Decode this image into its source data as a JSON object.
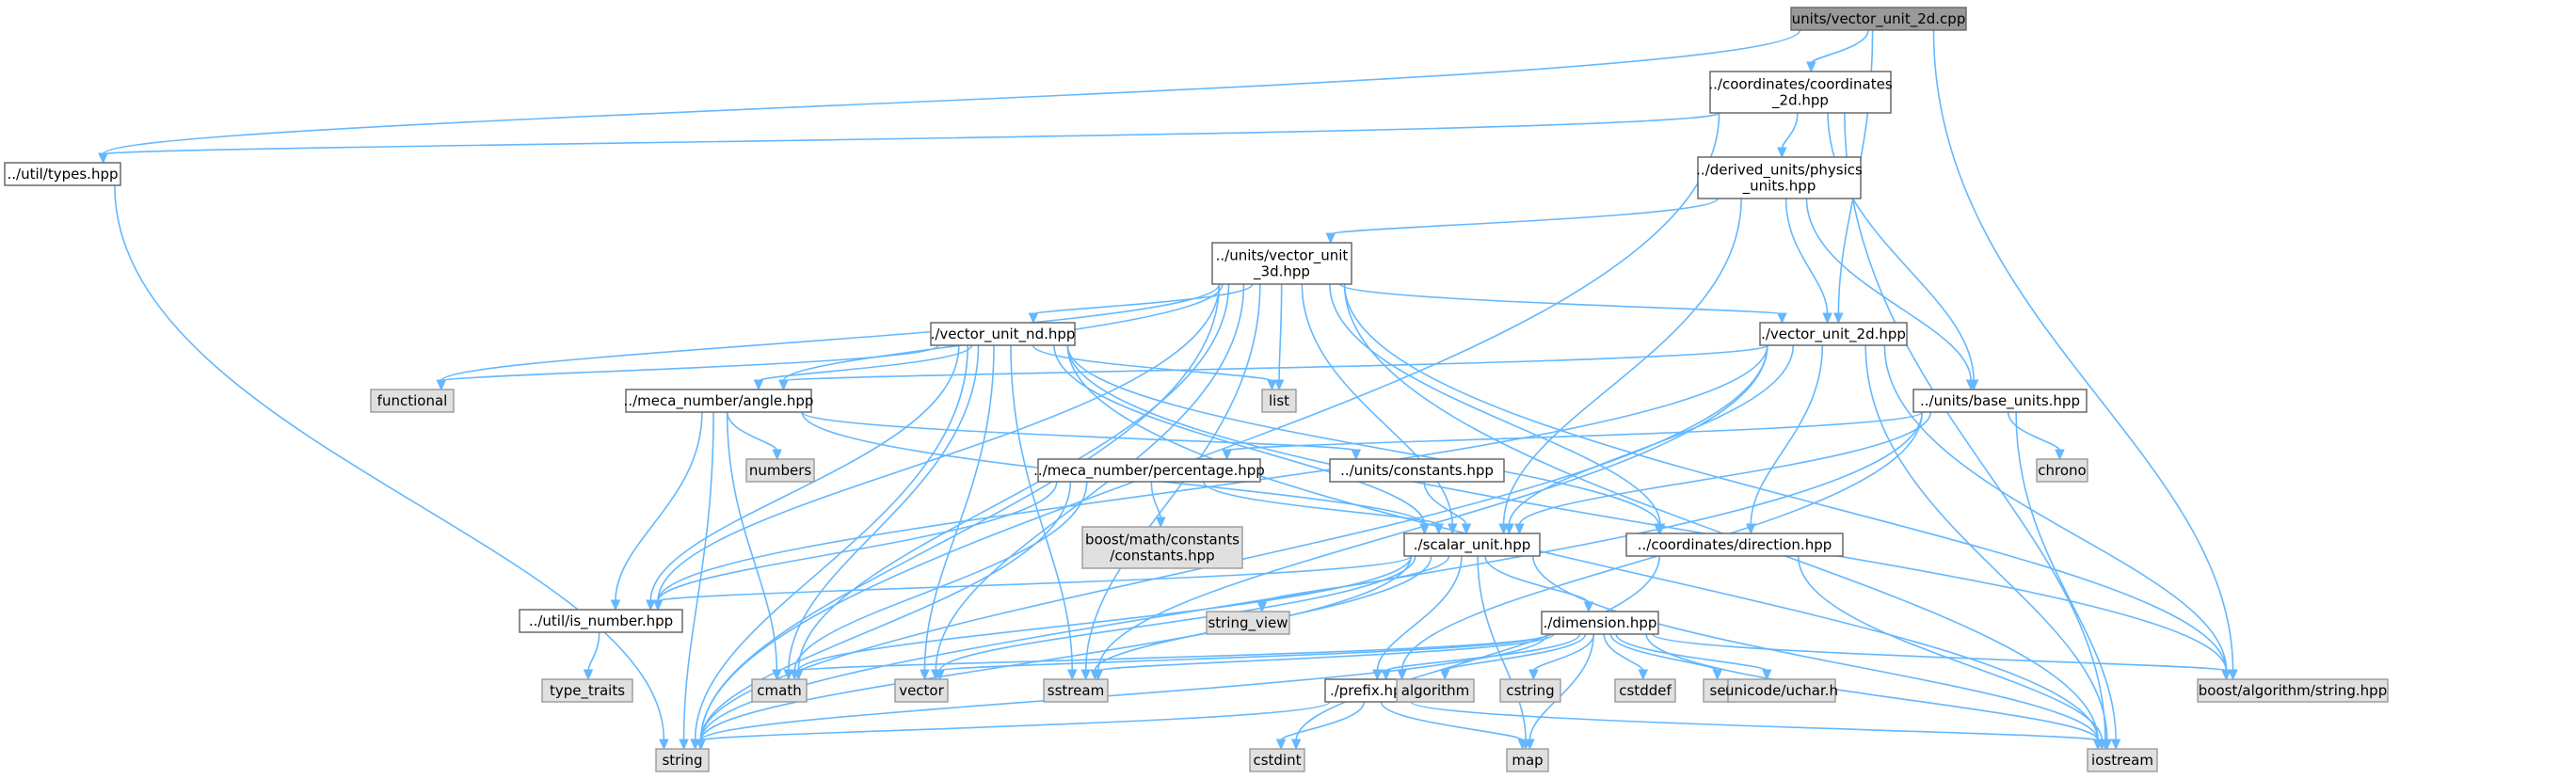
{
  "nodes": [
    {
      "id": "root",
      "kind": "root",
      "lines": [
        "units/vector_unit_2d.cpp"
      ]
    },
    {
      "id": "coords2d",
      "kind": "local",
      "lines": [
        "../coordinates/coordinates",
        "_2d.hpp"
      ]
    },
    {
      "id": "types",
      "kind": "local",
      "lines": [
        "../util/types.hpp"
      ]
    },
    {
      "id": "physics",
      "kind": "local",
      "lines": [
        "../derived_units/physics",
        "_units.hpp"
      ]
    },
    {
      "id": "vu3d",
      "kind": "local",
      "lines": [
        "../units/vector_unit",
        "_3d.hpp"
      ]
    },
    {
      "id": "vund",
      "kind": "local",
      "lines": [
        "./vector_unit_nd.hpp"
      ]
    },
    {
      "id": "vu2d",
      "kind": "local",
      "lines": [
        "./vector_unit_2d.hpp"
      ]
    },
    {
      "id": "functional",
      "kind": "sys",
      "lines": [
        "functional"
      ]
    },
    {
      "id": "list",
      "kind": "sys",
      "lines": [
        "list"
      ]
    },
    {
      "id": "angle",
      "kind": "local",
      "lines": [
        "../meca_number/angle.hpp"
      ]
    },
    {
      "id": "baseunits",
      "kind": "local",
      "lines": [
        "../units/base_units.hpp"
      ]
    },
    {
      "id": "numbers",
      "kind": "sys",
      "lines": [
        "numbers"
      ]
    },
    {
      "id": "chrono",
      "kind": "sys",
      "lines": [
        "chrono"
      ]
    },
    {
      "id": "percentage",
      "kind": "local",
      "lines": [
        "../meca_number/percentage.hpp"
      ]
    },
    {
      "id": "constants",
      "kind": "local",
      "lines": [
        "../units/constants.hpp"
      ]
    },
    {
      "id": "boostconst",
      "kind": "sys",
      "lines": [
        "boost/math/constants",
        "/constants.hpp"
      ]
    },
    {
      "id": "scalar",
      "kind": "local",
      "lines": [
        "./scalar_unit.hpp"
      ]
    },
    {
      "id": "direction",
      "kind": "local",
      "lines": [
        "../coordinates/direction.hpp"
      ]
    },
    {
      "id": "isnumber",
      "kind": "local",
      "lines": [
        "../util/is_number.hpp"
      ]
    },
    {
      "id": "stringview",
      "kind": "sys",
      "lines": [
        "string_view"
      ]
    },
    {
      "id": "dimension",
      "kind": "local",
      "lines": [
        "./dimension.hpp"
      ]
    },
    {
      "id": "typetraits",
      "kind": "sys",
      "lines": [
        "type_traits"
      ]
    },
    {
      "id": "cmath",
      "kind": "sys",
      "lines": [
        "cmath"
      ]
    },
    {
      "id": "vector",
      "kind": "sys",
      "lines": [
        "vector"
      ]
    },
    {
      "id": "sstream",
      "kind": "sys",
      "lines": [
        "sstream"
      ]
    },
    {
      "id": "prefix",
      "kind": "local",
      "lines": [
        "./prefix.hpp"
      ]
    },
    {
      "id": "algorithm",
      "kind": "sys",
      "lines": [
        "algorithm"
      ]
    },
    {
      "id": "cstring",
      "kind": "sys",
      "lines": [
        "cstring"
      ]
    },
    {
      "id": "cstddef",
      "kind": "sys",
      "lines": [
        "cstddef"
      ]
    },
    {
      "id": "set",
      "kind": "sys",
      "lines": [
        "set"
      ]
    },
    {
      "id": "uchar",
      "kind": "sys",
      "lines": [
        "unicode/uchar.h"
      ]
    },
    {
      "id": "boostalgo",
      "kind": "sys",
      "lines": [
        "boost/algorithm/string.hpp"
      ]
    },
    {
      "id": "string",
      "kind": "sys",
      "lines": [
        "string"
      ]
    },
    {
      "id": "cstdint",
      "kind": "sys",
      "lines": [
        "cstdint"
      ]
    },
    {
      "id": "map",
      "kind": "sys",
      "lines": [
        "map"
      ]
    },
    {
      "id": "iostream",
      "kind": "sys",
      "lines": [
        "iostream"
      ]
    }
  ],
  "edges": [
    [
      "root",
      "coords2d"
    ],
    [
      "root",
      "types"
    ],
    [
      "root",
      "vu2d"
    ],
    [
      "root",
      "boostalgo"
    ],
    [
      "coords2d",
      "types"
    ],
    [
      "coords2d",
      "physics"
    ],
    [
      "coords2d",
      "baseunits"
    ],
    [
      "coords2d",
      "string"
    ],
    [
      "coords2d",
      "iostream"
    ],
    [
      "types",
      "string"
    ],
    [
      "physics",
      "vu3d"
    ],
    [
      "physics",
      "vu2d"
    ],
    [
      "physics",
      "baseunits"
    ],
    [
      "physics",
      "scalar"
    ],
    [
      "vu3d",
      "vund"
    ],
    [
      "vu3d",
      "vu2d"
    ],
    [
      "vu3d",
      "list"
    ],
    [
      "vu3d",
      "functional"
    ],
    [
      "vu3d",
      "angle"
    ],
    [
      "vu3d",
      "scalar"
    ],
    [
      "vu3d",
      "direction"
    ],
    [
      "vu3d",
      "isnumber"
    ],
    [
      "vu3d",
      "cmath"
    ],
    [
      "vu3d",
      "vector"
    ],
    [
      "vu3d",
      "sstream"
    ],
    [
      "vu3d",
      "boostalgo"
    ],
    [
      "vu3d",
      "string"
    ],
    [
      "vu3d",
      "iostream"
    ],
    [
      "vund",
      "functional"
    ],
    [
      "vund",
      "list"
    ],
    [
      "vund",
      "angle"
    ],
    [
      "vund",
      "scalar"
    ],
    [
      "vund",
      "direction"
    ],
    [
      "vund",
      "isnumber"
    ],
    [
      "vund",
      "cmath"
    ],
    [
      "vund",
      "vector"
    ],
    [
      "vund",
      "sstream"
    ],
    [
      "vund",
      "boostalgo"
    ],
    [
      "vund",
      "string"
    ],
    [
      "vund",
      "iostream"
    ],
    [
      "vu2d",
      "angle"
    ],
    [
      "vu2d",
      "scalar"
    ],
    [
      "vu2d",
      "direction"
    ],
    [
      "vu2d",
      "isnumber"
    ],
    [
      "vu2d",
      "sstream"
    ],
    [
      "vu2d",
      "boostalgo"
    ],
    [
      "vu2d",
      "string"
    ],
    [
      "vu2d",
      "iostream"
    ],
    [
      "angle",
      "numbers"
    ],
    [
      "angle",
      "scalar"
    ],
    [
      "angle",
      "isnumber"
    ],
    [
      "angle",
      "cmath"
    ],
    [
      "angle",
      "string"
    ],
    [
      "angle",
      "constants"
    ],
    [
      "baseunits",
      "chrono"
    ],
    [
      "baseunits",
      "scalar"
    ],
    [
      "baseunits",
      "percentage"
    ],
    [
      "baseunits",
      "prefix"
    ],
    [
      "baseunits",
      "iostream"
    ],
    [
      "baseunits",
      "string"
    ],
    [
      "percentage",
      "boostconst"
    ],
    [
      "percentage",
      "scalar"
    ],
    [
      "percentage",
      "isnumber"
    ],
    [
      "percentage",
      "cmath"
    ],
    [
      "percentage",
      "string"
    ],
    [
      "constants",
      "scalar"
    ],
    [
      "scalar",
      "isnumber"
    ],
    [
      "scalar",
      "stringview"
    ],
    [
      "scalar",
      "dimension"
    ],
    [
      "scalar",
      "prefix"
    ],
    [
      "scalar",
      "cmath"
    ],
    [
      "scalar",
      "vector"
    ],
    [
      "scalar",
      "sstream"
    ],
    [
      "scalar",
      "string"
    ],
    [
      "scalar",
      "map"
    ],
    [
      "scalar",
      "iostream"
    ],
    [
      "direction",
      "iostream"
    ],
    [
      "direction",
      "cstdint"
    ],
    [
      "isnumber",
      "typetraits"
    ],
    [
      "dimension",
      "cmath"
    ],
    [
      "dimension",
      "vector"
    ],
    [
      "dimension",
      "sstream"
    ],
    [
      "dimension",
      "prefix"
    ],
    [
      "dimension",
      "algorithm"
    ],
    [
      "dimension",
      "cstring"
    ],
    [
      "dimension",
      "cstddef"
    ],
    [
      "dimension",
      "set"
    ],
    [
      "dimension",
      "uchar"
    ],
    [
      "dimension",
      "boostalgo"
    ],
    [
      "dimension",
      "string"
    ],
    [
      "dimension",
      "map"
    ],
    [
      "dimension",
      "iostream"
    ],
    [
      "prefix",
      "string"
    ],
    [
      "prefix",
      "cstdint"
    ],
    [
      "prefix",
      "map"
    ],
    [
      "prefix",
      "iostream"
    ]
  ],
  "colors": {
    "edge": "#63b8ff",
    "root_fill": "#999999",
    "sys_fill": "#e0e0e0",
    "local_fill": "#ffffff"
  }
}
